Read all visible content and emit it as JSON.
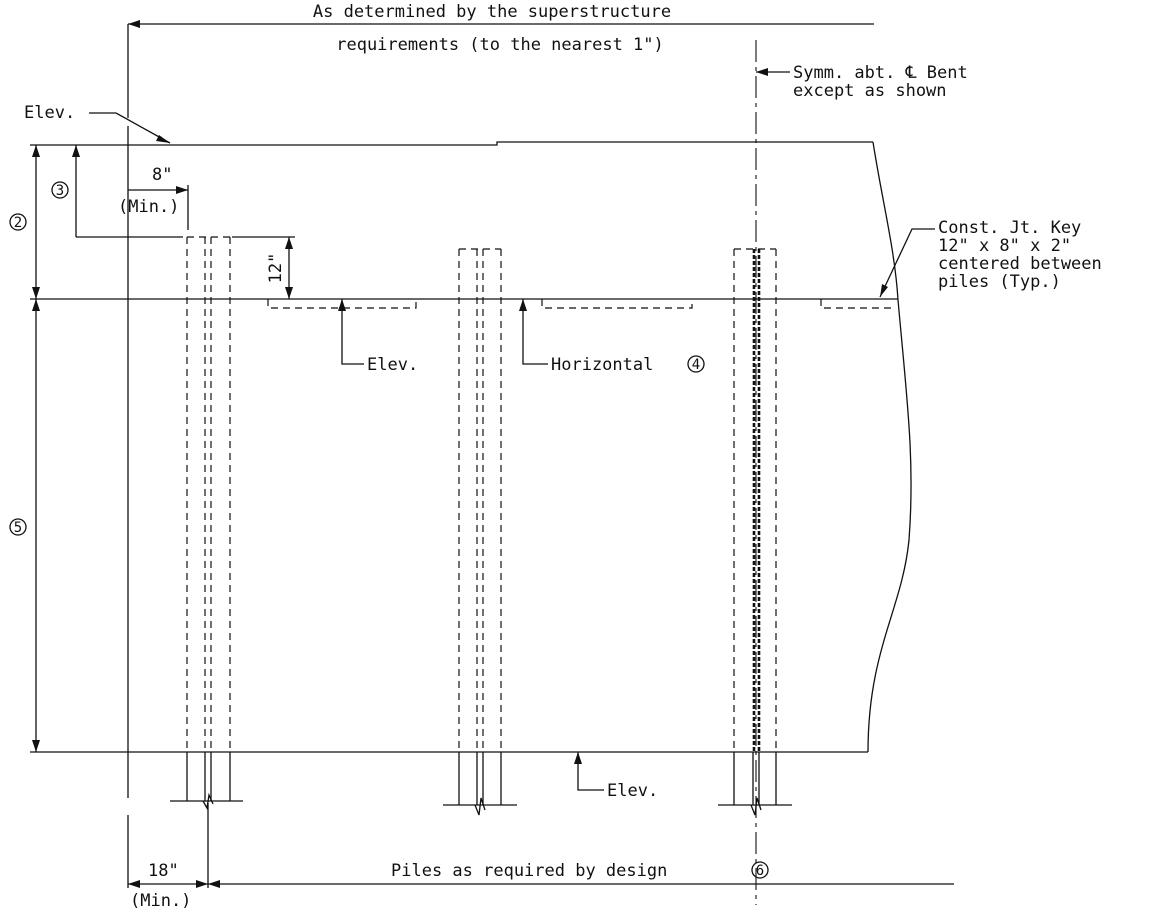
{
  "drawing": {
    "top_dim": {
      "line1": "As determined by the superstructure",
      "line2": "requirements (to the nearest 1\")"
    },
    "symmetry_note": {
      "line1": "Symm. abt. ℄ Bent",
      "line2": "except as shown"
    },
    "elev_top_label": "Elev.",
    "min_edge_dim": {
      "value": "8\"",
      "note": "(Min.)"
    },
    "embed_dim": "12\"",
    "const_jt_key": {
      "line1": "Const. Jt. Key",
      "line2": "12\" x 8\" x 2\"",
      "line3": "centered between",
      "line4": "piles (Typ.)"
    },
    "elev_joint_label": "Elev.",
    "horizontal_label": "Horizontal",
    "elev_bottom_label": "Elev.",
    "bottom_dim": {
      "value": "18\"",
      "note": "(Min.)",
      "piles_text": "Piles as required by design"
    },
    "callouts": {
      "c2": "2",
      "c3": "3",
      "c4": "4",
      "c5": "5",
      "c6": "6"
    }
  }
}
